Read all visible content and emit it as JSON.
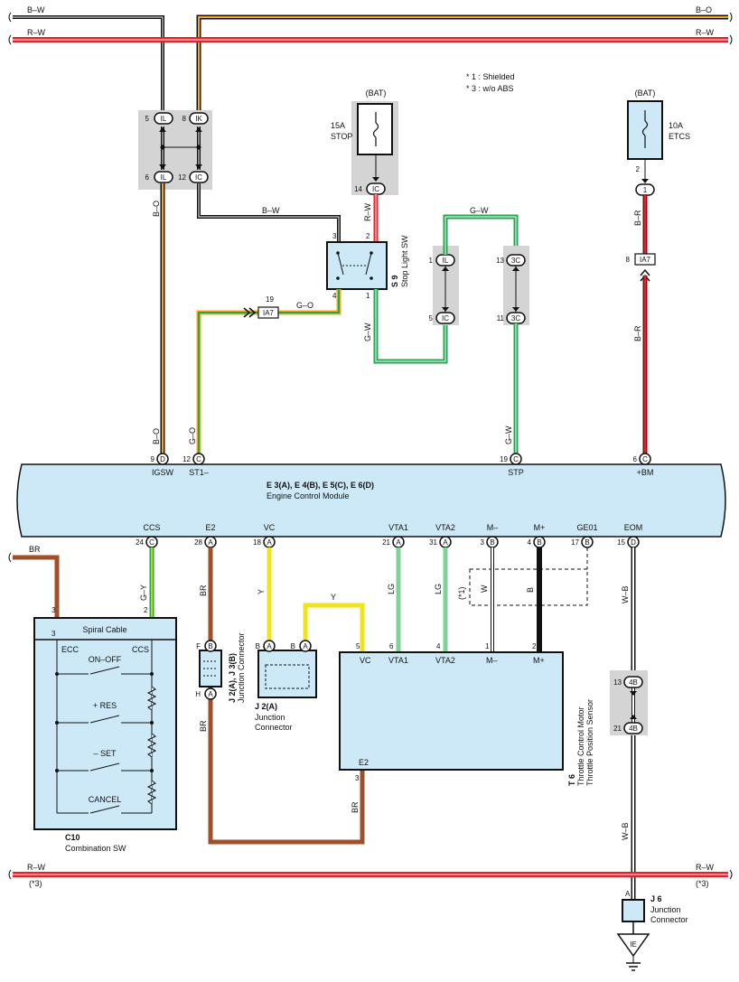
{
  "wires_top": {
    "bw_left": "B–W",
    "rw_left": "R–W",
    "bo_right": "B–O",
    "rw_right": "R–W"
  },
  "wires_bottom": {
    "rw_left": "R–W",
    "rw_left_note": "(*3)",
    "rw_right": "R–W",
    "rw_right_note": "(*3)"
  },
  "notes": [
    "* 1 : Shielded",
    "* 3 : w/o ABS"
  ],
  "bat_left": "(BAT)",
  "bat_right": "(BAT)",
  "fuse_stop": {
    "amp": "15A",
    "name": "STOP"
  },
  "fuse_etcs": {
    "amp": "10A",
    "name": "ETCS"
  },
  "stop_sw": {
    "code": "S 9",
    "name": "Stop Light SW",
    "pin1": "1",
    "pin2": "2",
    "pin3": "3",
    "pin4": "4"
  },
  "connectors": {
    "il_top": {
      "pin": "5",
      "id": "IL"
    },
    "ik_top": {
      "pin": "8",
      "id": "IK"
    },
    "il_bot": {
      "pin": "6",
      "id": "IL"
    },
    "ic_bot": {
      "pin": "12",
      "id": "IC"
    },
    "ic_stop": {
      "pin": "14",
      "id": "IC"
    },
    "c1_etcs": {
      "pin": "2",
      "id": "1"
    },
    "ia7_right": {
      "pin": "8",
      "id": "IA7"
    },
    "ia7_left": {
      "pin": "19",
      "id": "IA7"
    },
    "il_mid": {
      "pin": "1",
      "id": "IL"
    },
    "ic_mid": {
      "pin": "5",
      "id": "IC"
    },
    "c3_top": {
      "pin": "13",
      "id": "3C"
    },
    "c3_bot": {
      "pin": "11",
      "id": "3C"
    },
    "b4_top": {
      "pin": "13",
      "id": "4B"
    },
    "b4_bot": {
      "pin": "21",
      "id": "4B"
    }
  },
  "wire_labels": {
    "bo_left": "B–O",
    "bw_mid": "B–W",
    "rw_stop": "R–W",
    "br_etcs": "B–R",
    "br_etcs2": "B–R",
    "gw_top": "G–W",
    "go_mid": "G–O",
    "gw_low": "G–W",
    "bo_ecm": "B–O",
    "go_ecm": "G–O",
    "gw_ecm": "G–W",
    "br_spiral": "BR",
    "gy": "G–Y",
    "br_e2": "BR",
    "br_e2b": "BR",
    "y_vc": "Y",
    "y_loop": "Y",
    "lg1": "LG",
    "lg2": "LG",
    "w_m": "W",
    "b_m": "B",
    "shield": "(*1)",
    "wb1": "W–B",
    "wb2": "W–B",
    "br_t6": "BR"
  },
  "ecm": {
    "title": "E 3(A), E 4(B), E 5(C), E 6(D)",
    "subtitle": "Engine Control Module",
    "top_pins": [
      {
        "num": "9",
        "id": "D",
        "name": "IGSW"
      },
      {
        "num": "12",
        "id": "C",
        "name": "ST1–"
      },
      {
        "num": "19",
        "id": "C",
        "name": "STP"
      },
      {
        "num": "6",
        "id": "C",
        "name": "+BM"
      }
    ],
    "bottom_pins": [
      {
        "num": "24",
        "id": "C",
        "name": "CCS"
      },
      {
        "num": "28",
        "id": "A",
        "name": "E2"
      },
      {
        "num": "18",
        "id": "A",
        "name": "VC"
      },
      {
        "num": "21",
        "id": "A",
        "name": "VTA1"
      },
      {
        "num": "31",
        "id": "A",
        "name": "VTA2"
      },
      {
        "num": "3",
        "id": "B",
        "name": "M–"
      },
      {
        "num": "4",
        "id": "B",
        "name": "M+"
      },
      {
        "num": "17",
        "id": "B",
        "name": "GE01"
      },
      {
        "num": "15",
        "id": "D",
        "name": "EOM"
      }
    ]
  },
  "combination_sw": {
    "code": "C10",
    "name": "Combination SW",
    "spiral": "Spiral Cable",
    "pin_left": "3",
    "pin_right": "2",
    "pin_outer": "3",
    "ecc": "ECC",
    "ccs": "CCS",
    "switches": [
      "ON–OFF",
      "+ RES",
      "– SET",
      "CANCEL"
    ]
  },
  "j2j3": {
    "code": "J 2(A), J 3(B)",
    "name": "Junction Connector",
    "pin_f": "F",
    "id_f": "B",
    "pin_h": "H",
    "id_h": "A"
  },
  "j2a": {
    "code": "J 2(A)",
    "name1": "Junction",
    "name2": "Connector",
    "pin_b1": "B",
    "id_b1": "A",
    "pin_b2": "B",
    "id_b2": "A"
  },
  "t6": {
    "code": "T 6",
    "name1": "Throttle Control Motor",
    "name2": "Throttle Position Sensor",
    "pins": [
      {
        "num": "5",
        "name": "VC"
      },
      {
        "num": "6",
        "name": "VTA1"
      },
      {
        "num": "4",
        "name": "VTA2"
      },
      {
        "num": "1",
        "name": "M–"
      },
      {
        "num": "2",
        "name": "M+"
      }
    ],
    "e2": "E2",
    "e2_pin": "3"
  },
  "j6": {
    "code": "J 6",
    "name1": "Junction",
    "name2": "Connector",
    "pin": "A"
  },
  "ground": {
    "id": "IE"
  }
}
